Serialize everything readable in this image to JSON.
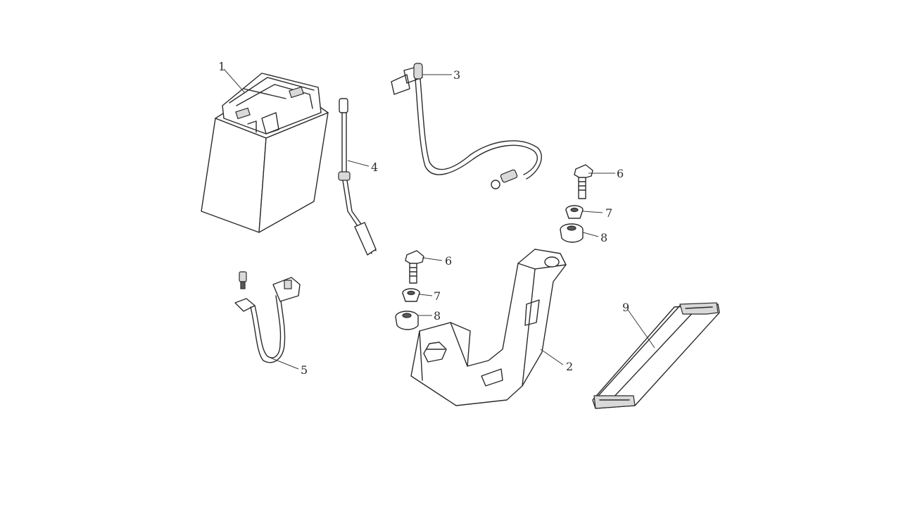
{
  "callouts": {
    "c1": "1",
    "c2": "2",
    "c3": "3",
    "c4": "4",
    "c5": "5",
    "c6a": "6",
    "c6b": "6",
    "c7a": "7",
    "c7b": "7",
    "c8a": "8",
    "c8b": "8",
    "c9": "9"
  }
}
